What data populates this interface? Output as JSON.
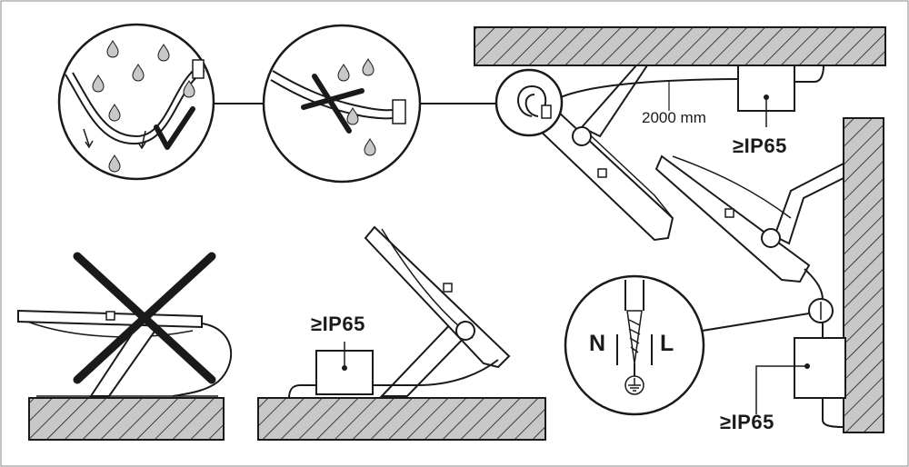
{
  "labels": {
    "ceiling_box_rating": "≥IP65",
    "floor_box_rating": "≥IP65",
    "wall_box_rating": "≥IP65",
    "cable_length": "2000 mm",
    "neutral": "N",
    "live": "L"
  },
  "icon_names": {
    "correct": "check-mark-icon",
    "incorrect": "cross-mark-icon",
    "water": "water-drop-icon",
    "earth": "ground-symbol-icon"
  },
  "colors": {
    "line": "#1a1a1a",
    "hatch_fill": "#c8c8c8",
    "background": "#ffffff"
  }
}
